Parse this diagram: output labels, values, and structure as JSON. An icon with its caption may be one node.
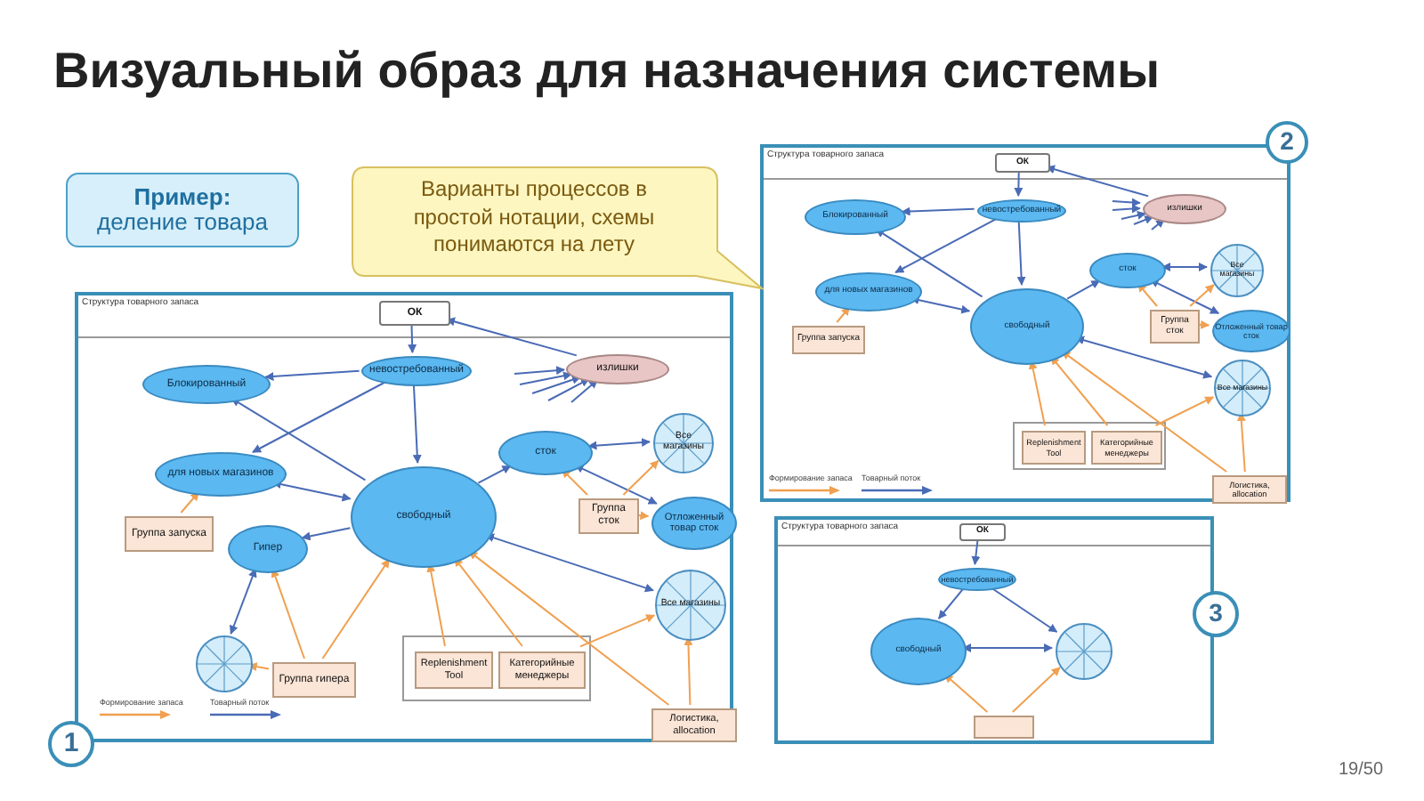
{
  "diagram": {
    "title": "Визуальный образ для назначения системы",
    "nodes": [
      {
        "text": [
          "Пример:",
          "деление товара"
        ]
      },
      {
        "text": [
          "Варианты процессов в простой нотации, схемы понимаются на лету"
        ]
      },
      {
        "text": [
          "Структура товарного запаса"
        ]
      },
      {
        "text": [
          "ОК"
        ],
        "in": 2
      },
      {
        "text": [
          "невостребованный"
        ],
        "in": 2
      },
      {
        "text": [
          "Блокированный"
        ],
        "in": 2
      },
      {
        "text": [
          "излишки"
        ],
        "in": 2
      },
      {
        "text": [
          "для новых магазинов"
        ],
        "in": 2
      },
      {
        "text": [
          "свободный"
        ],
        "in": 2
      },
      {
        "text": [
          "сток"
        ],
        "in": 2
      },
      {
        "text": [
          "Все магазины"
        ],
        "in": 2
      },
      {
        "text": [
          "Группа запуска"
        ],
        "in": 2
      },
      {
        "text": [
          "Группа сток"
        ],
        "in": 2
      },
      {
        "text": [
          "Отложенный товар сток"
        ],
        "in": 2
      },
      {
        "text": [
          "Гипер"
        ],
        "in": 2
      },
      {
        "text": [],
        "shape": "circle",
        "in": 2
      },
      {
        "text": [
          "Группа гипера"
        ],
        "in": 2
      },
      {
        "text": [],
        "shape": "box",
        "in": 2
      },
      {
        "text": [
          "Replenishment Tool"
        ],
        "in": 17
      },
      {
        "text": [
          "Категорийные менеджеры"
        ],
        "in": 17
      },
      {
        "text": [
          "Все магазины"
        ],
        "in": 2
      },
      {
        "text": [
          "Логистика, allocation"
        ],
        "in": 2
      },
      {
        "text": [
          "1"
        ]
      },
      {
        "text": [
          "Структура товарного запаса"
        ]
      },
      {
        "text": [
          "ОК"
        ],
        "in": 23
      },
      {
        "text": [
          "невостребованный"
        ],
        "in": 23
      },
      {
        "text": [
          "Блокированный"
        ],
        "in": 23
      },
      {
        "text": [
          "излишки"
        ],
        "in": 23
      },
      {
        "text": [
          "для новых магазинов"
        ],
        "in": 23
      },
      {
        "text": [
          "свободный"
        ],
        "in": 23
      },
      {
        "text": [
          "сток"
        ],
        "in": 23
      },
      {
        "text": [
          "Все магазины"
        ],
        "in": 23
      },
      {
        "text": [
          "Группа запуска"
        ],
        "in": 23
      },
      {
        "text": [
          "Группа сток"
        ],
        "in": 23
      },
      {
        "text": [
          "Отложенный товар сток"
        ],
        "in": 23
      },
      {
        "text": [],
        "shape": "box",
        "in": 23
      },
      {
        "text": [
          "Replenishment Tool"
        ],
        "in": 35
      },
      {
        "text": [
          "Категорийные менеджеры"
        ],
        "in": 35
      },
      {
        "text": [
          "Все магазины"
        ],
        "in": 23
      },
      {
        "text": [
          "Логистика, allocation"
        ],
        "in": 23
      },
      {
        "text": [
          "2"
        ]
      },
      {
        "text": [
          "Структура товарного запаса"
        ]
      },
      {
        "text": [
          "ОК"
        ],
        "in": 41
      },
      {
        "text": [
          "невостребованный"
        ],
        "in": 41
      },
      {
        "text": [
          "свободный"
        ],
        "in": 41
      },
      {
        "text": [],
        "shape": "circle",
        "in": 41
      },
      {
        "text": [],
        "shape": "box",
        "in": 41
      },
      {
        "text": [
          "3"
        ]
      }
    ],
    "edges": [
      {
        "from": 3,
        "to": 4,
        "arrow": "to"
      },
      {
        "from": 6,
        "to": 3,
        "arrow": "to"
      },
      {
        "from": 4,
        "to": 5,
        "arrow": "to"
      },
      {
        "from": 4,
        "to": 7,
        "arrow": "to"
      },
      {
        "from": 4,
        "to": 8,
        "arrow": "to"
      },
      {
        "from": 8,
        "to": 5,
        "arrow": "to"
      },
      {
        "from": 7,
        "to": 8,
        "arrow": "both"
      },
      {
        "from": 8,
        "to": 14,
        "arrow": "to"
      },
      {
        "from": 8,
        "to": 9,
        "arrow": "to"
      },
      {
        "from": 9,
        "to": 10,
        "arrow": "both"
      },
      {
        "from": 9,
        "to": 13,
        "arrow": "both"
      },
      {
        "from": 8,
        "to": 20,
        "arrow": "both"
      },
      {
        "from": 14,
        "to": 15,
        "arrow": "both"
      },
      {
        "from": 11,
        "to": 7,
        "arrow": "to",
        "color": "#f0a050"
      },
      {
        "from": 12,
        "to": 9,
        "arrow": "to",
        "color": "#f0a050"
      },
      {
        "from": 12,
        "to": 10,
        "arrow": "to",
        "color": "#f0a050"
      },
      {
        "from": 12,
        "to": 13,
        "arrow": "to",
        "color": "#f0a050"
      },
      {
        "from": 16,
        "to": 14,
        "arrow": "to",
        "color": "#f0a050"
      },
      {
        "from": 16,
        "to": 15,
        "arrow": "to",
        "color": "#f0a050"
      },
      {
        "from": 16,
        "to": 8,
        "arrow": "to",
        "color": "#f0a050"
      },
      {
        "from": 18,
        "to": 8,
        "arrow": "to",
        "color": "#f0a050"
      },
      {
        "from": 19,
        "to": 8,
        "arrow": "to",
        "color": "#f0a050"
      },
      {
        "from": 19,
        "to": 20,
        "arrow": "to",
        "color": "#f0a050"
      },
      {
        "from": 21,
        "to": 8,
        "arrow": "to",
        "color": "#f0a050"
      },
      {
        "from": 21,
        "to": 20,
        "arrow": "to",
        "color": "#f0a050"
      },
      {
        "from": null,
        "to": 6,
        "arrow": "to"
      },
      {
        "from": null,
        "to": 6,
        "arrow": "to"
      },
      {
        "from": null,
        "to": 6,
        "arrow": "to"
      },
      {
        "from": null,
        "to": 6,
        "arrow": "to"
      },
      {
        "from": null,
        "to": 6,
        "arrow": "to"
      },
      {
        "from": 24,
        "to": 25,
        "arrow": "to"
      },
      {
        "from": 27,
        "to": 24,
        "arrow": "to"
      },
      {
        "from": 25,
        "to": 26,
        "arrow": "to"
      },
      {
        "from": 25,
        "to": 28,
        "arrow": "to"
      },
      {
        "from": 25,
        "to": 29,
        "arrow": "to"
      },
      {
        "from": 29,
        "to": 26,
        "arrow": "to"
      },
      {
        "from": 28,
        "to": 29,
        "arrow": "both"
      },
      {
        "from": 29,
        "to": 30,
        "arrow": "to"
      },
      {
        "from": 30,
        "to": 31,
        "arrow": "both"
      },
      {
        "from": 30,
        "to": 34,
        "arrow": "both"
      },
      {
        "from": 29,
        "to": 38,
        "arrow": "both"
      },
      {
        "from": 32,
        "to": 28,
        "arrow": "to",
        "color": "#f0a050"
      },
      {
        "from": 33,
        "to": 30,
        "arrow": "to",
        "color": "#f0a050"
      },
      {
        "from": 33,
        "to": 31,
        "arrow": "to",
        "color": "#f0a050"
      },
      {
        "from": 33,
        "to": 34,
        "arrow": "to",
        "color": "#f0a050"
      },
      {
        "from": 36,
        "to": 29,
        "arrow": "to",
        "color": "#f0a050"
      },
      {
        "from": 37,
        "to": 29,
        "arrow": "to",
        "color": "#f0a050"
      },
      {
        "from": 37,
        "to": 38,
        "arrow": "to",
        "color": "#f0a050"
      },
      {
        "from": 39,
        "to": 29,
        "arrow": "to",
        "color": "#f0a050"
      },
      {
        "from": 39,
        "to": 38,
        "arrow": "to",
        "color": "#f0a050"
      },
      {
        "from": null,
        "to": 27,
        "arrow": "to"
      },
      {
        "from": null,
        "to": 27,
        "arrow": "to"
      },
      {
        "from": null,
        "to": 27,
        "arrow": "to"
      },
      {
        "from": null,
        "to": 27,
        "arrow": "to"
      },
      {
        "from": null,
        "to": 27,
        "arrow": "to"
      },
      {
        "from": 42,
        "to": 43,
        "arrow": "to"
      },
      {
        "from": 43,
        "to": 44,
        "arrow": "to"
      },
      {
        "from": 43,
        "to": 45,
        "arrow": "to"
      },
      {
        "from": 44,
        "to": 45,
        "arrow": "both"
      },
      {
        "from": 46,
        "to": 44,
        "arrow": "to",
        "color": "#f0a050"
      },
      {
        "from": 46,
        "to": 45,
        "arrow": "to",
        "color": "#f0a050"
      }
    ],
    "labels": [
      "19/50"
    ],
    "legend": [
      {
        "text": "Формирование запаса"
      },
      {
        "text": "Товарный поток"
      },
      {
        "text": "Формирование запаса"
      },
      {
        "text": "Товарный поток"
      }
    ]
  }
}
